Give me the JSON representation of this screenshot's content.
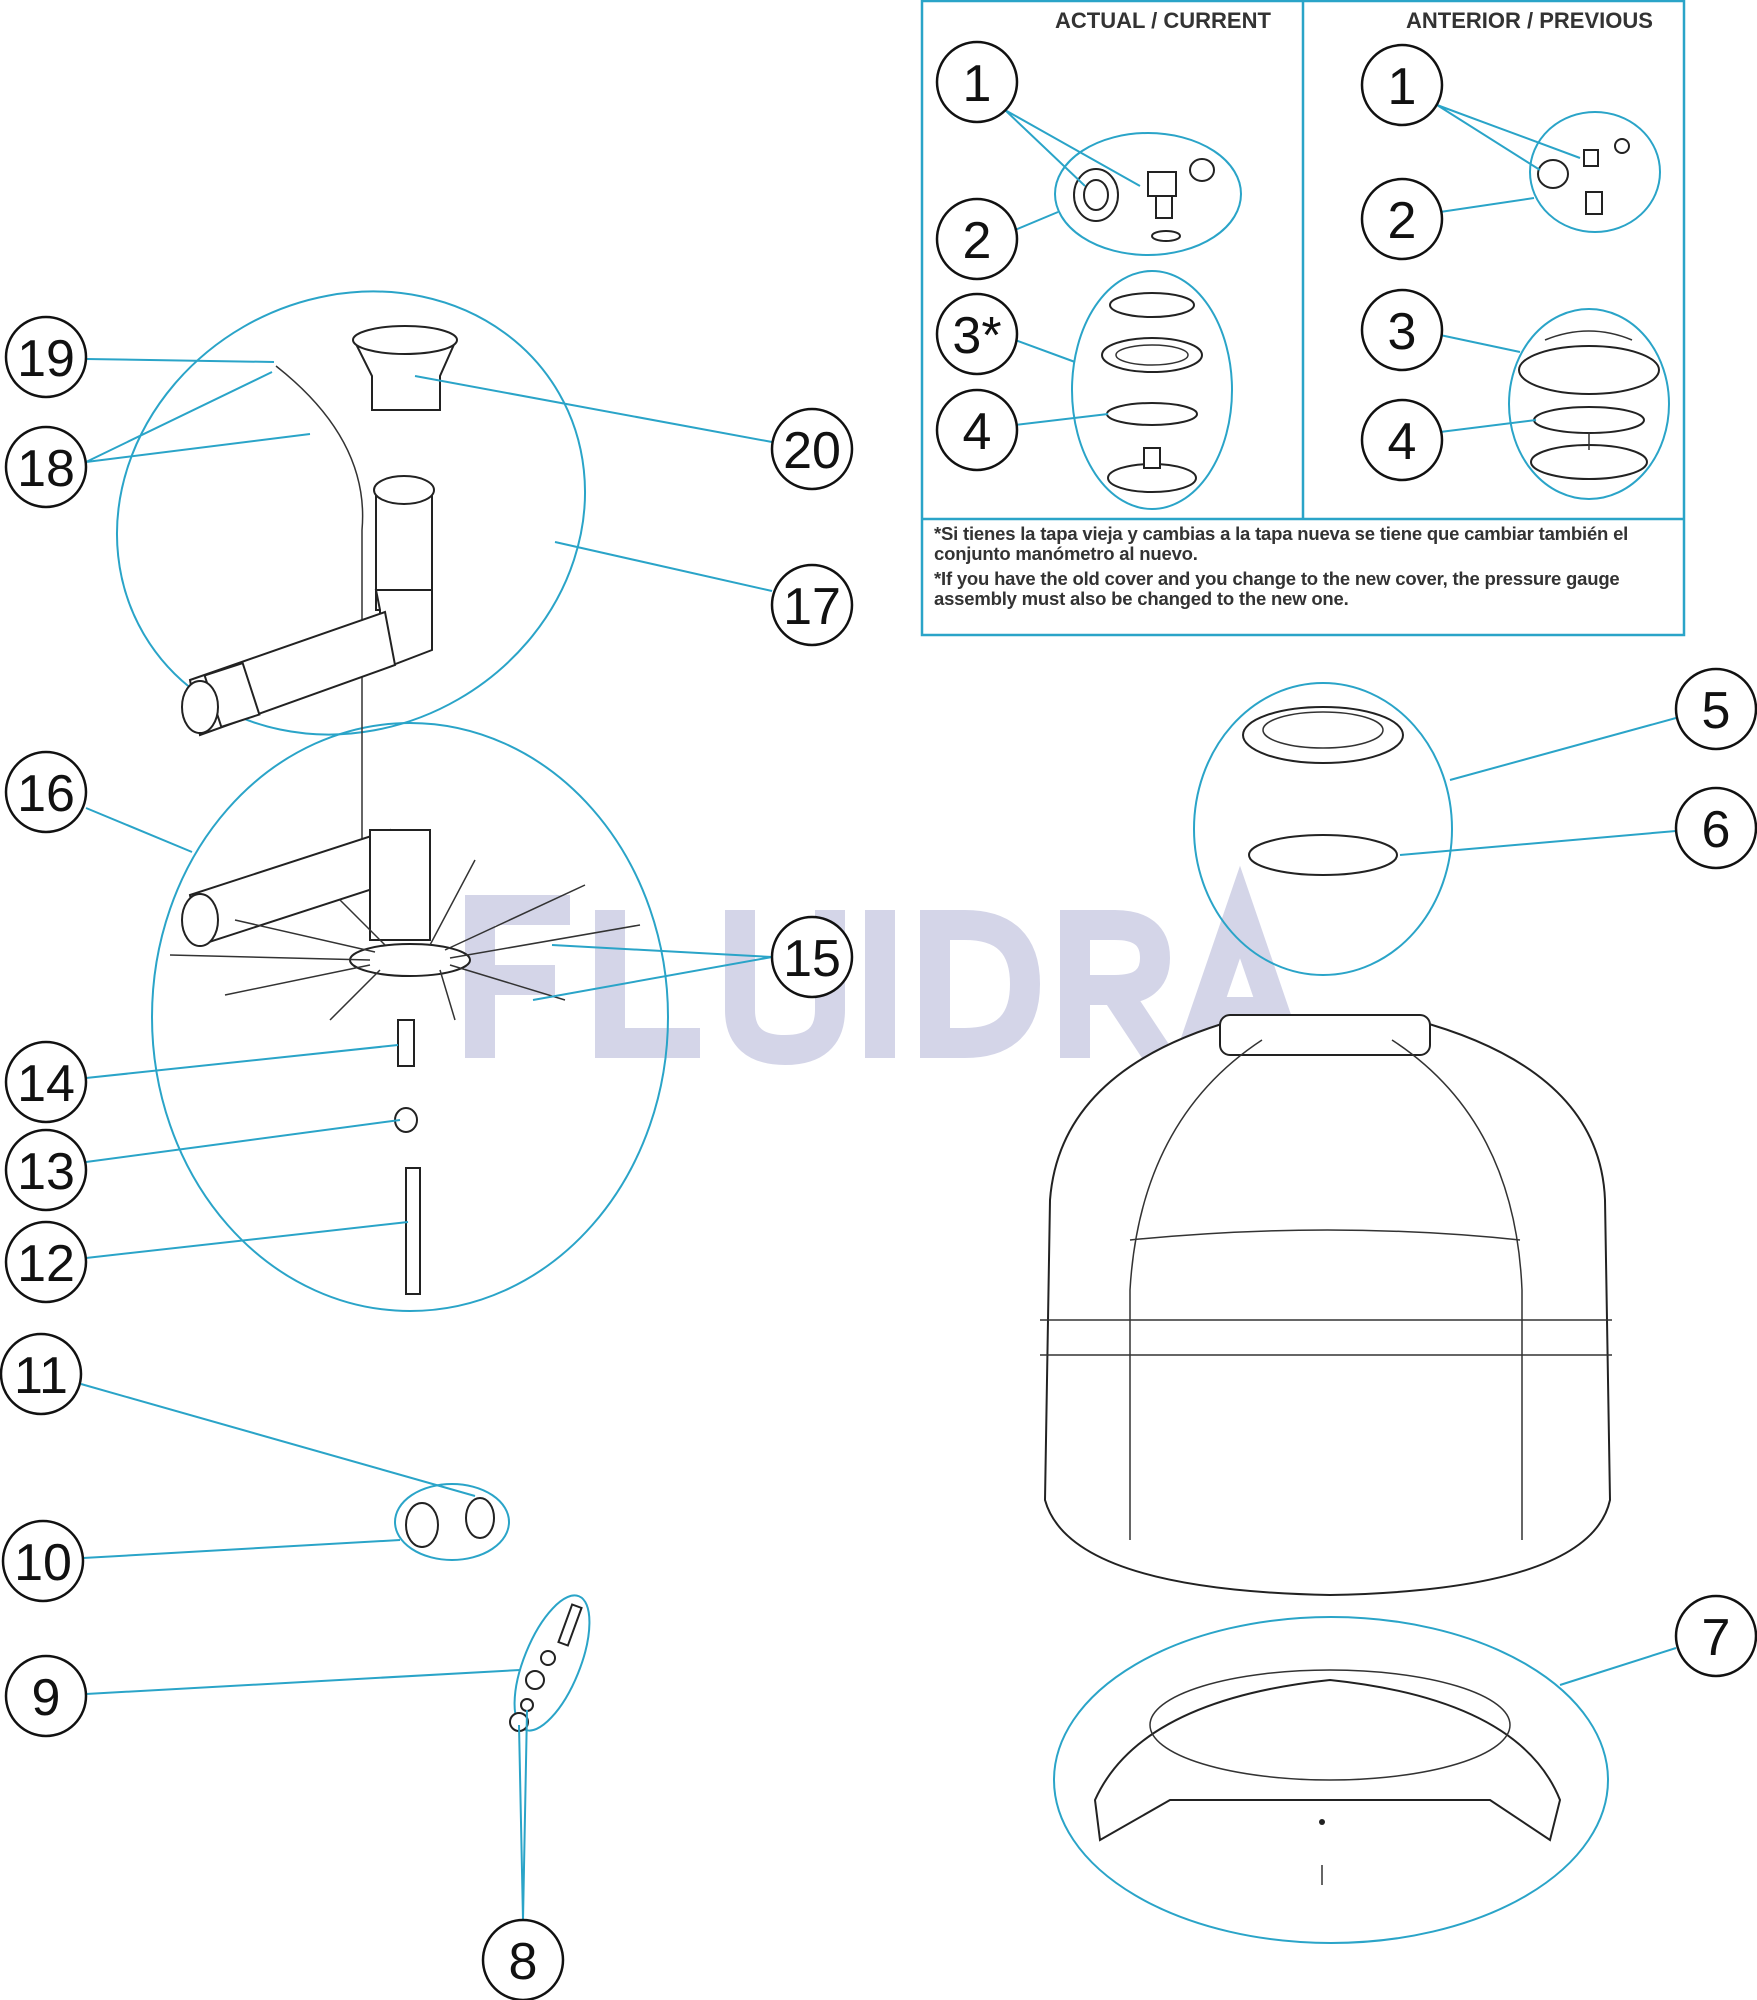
{
  "watermark": "FLUIDRA",
  "panel": {
    "current_header": "ACTUAL / CURRENT",
    "previous_header": "ANTERIOR / PREVIOUS",
    "current_callouts": [
      "1",
      "2",
      "3*",
      "4"
    ],
    "previous_callouts": [
      "1",
      "2",
      "3",
      "4"
    ],
    "note_es": "*Si tienes la tapa vieja y cambias a la tapa nueva se tiene que cambiar también el conjunto manómetro al nuevo.",
    "note_en": "*If you have the old cover and you change to the new cover, the pressure gauge assembly must also be changed to the new one."
  },
  "callouts": {
    "c19": "19",
    "c18": "18",
    "c16": "16",
    "c14": "14",
    "c13": "13",
    "c12": "12",
    "c11": "11",
    "c10": "10",
    "c9": "9",
    "c8": "8",
    "c20": "20",
    "c17": "17",
    "c15": "15",
    "c5": "5",
    "c6": "6",
    "c7": "7"
  },
  "colors": {
    "leader": "#2aa4c8",
    "line": "#222222",
    "watermark": "#c5c7e0"
  }
}
